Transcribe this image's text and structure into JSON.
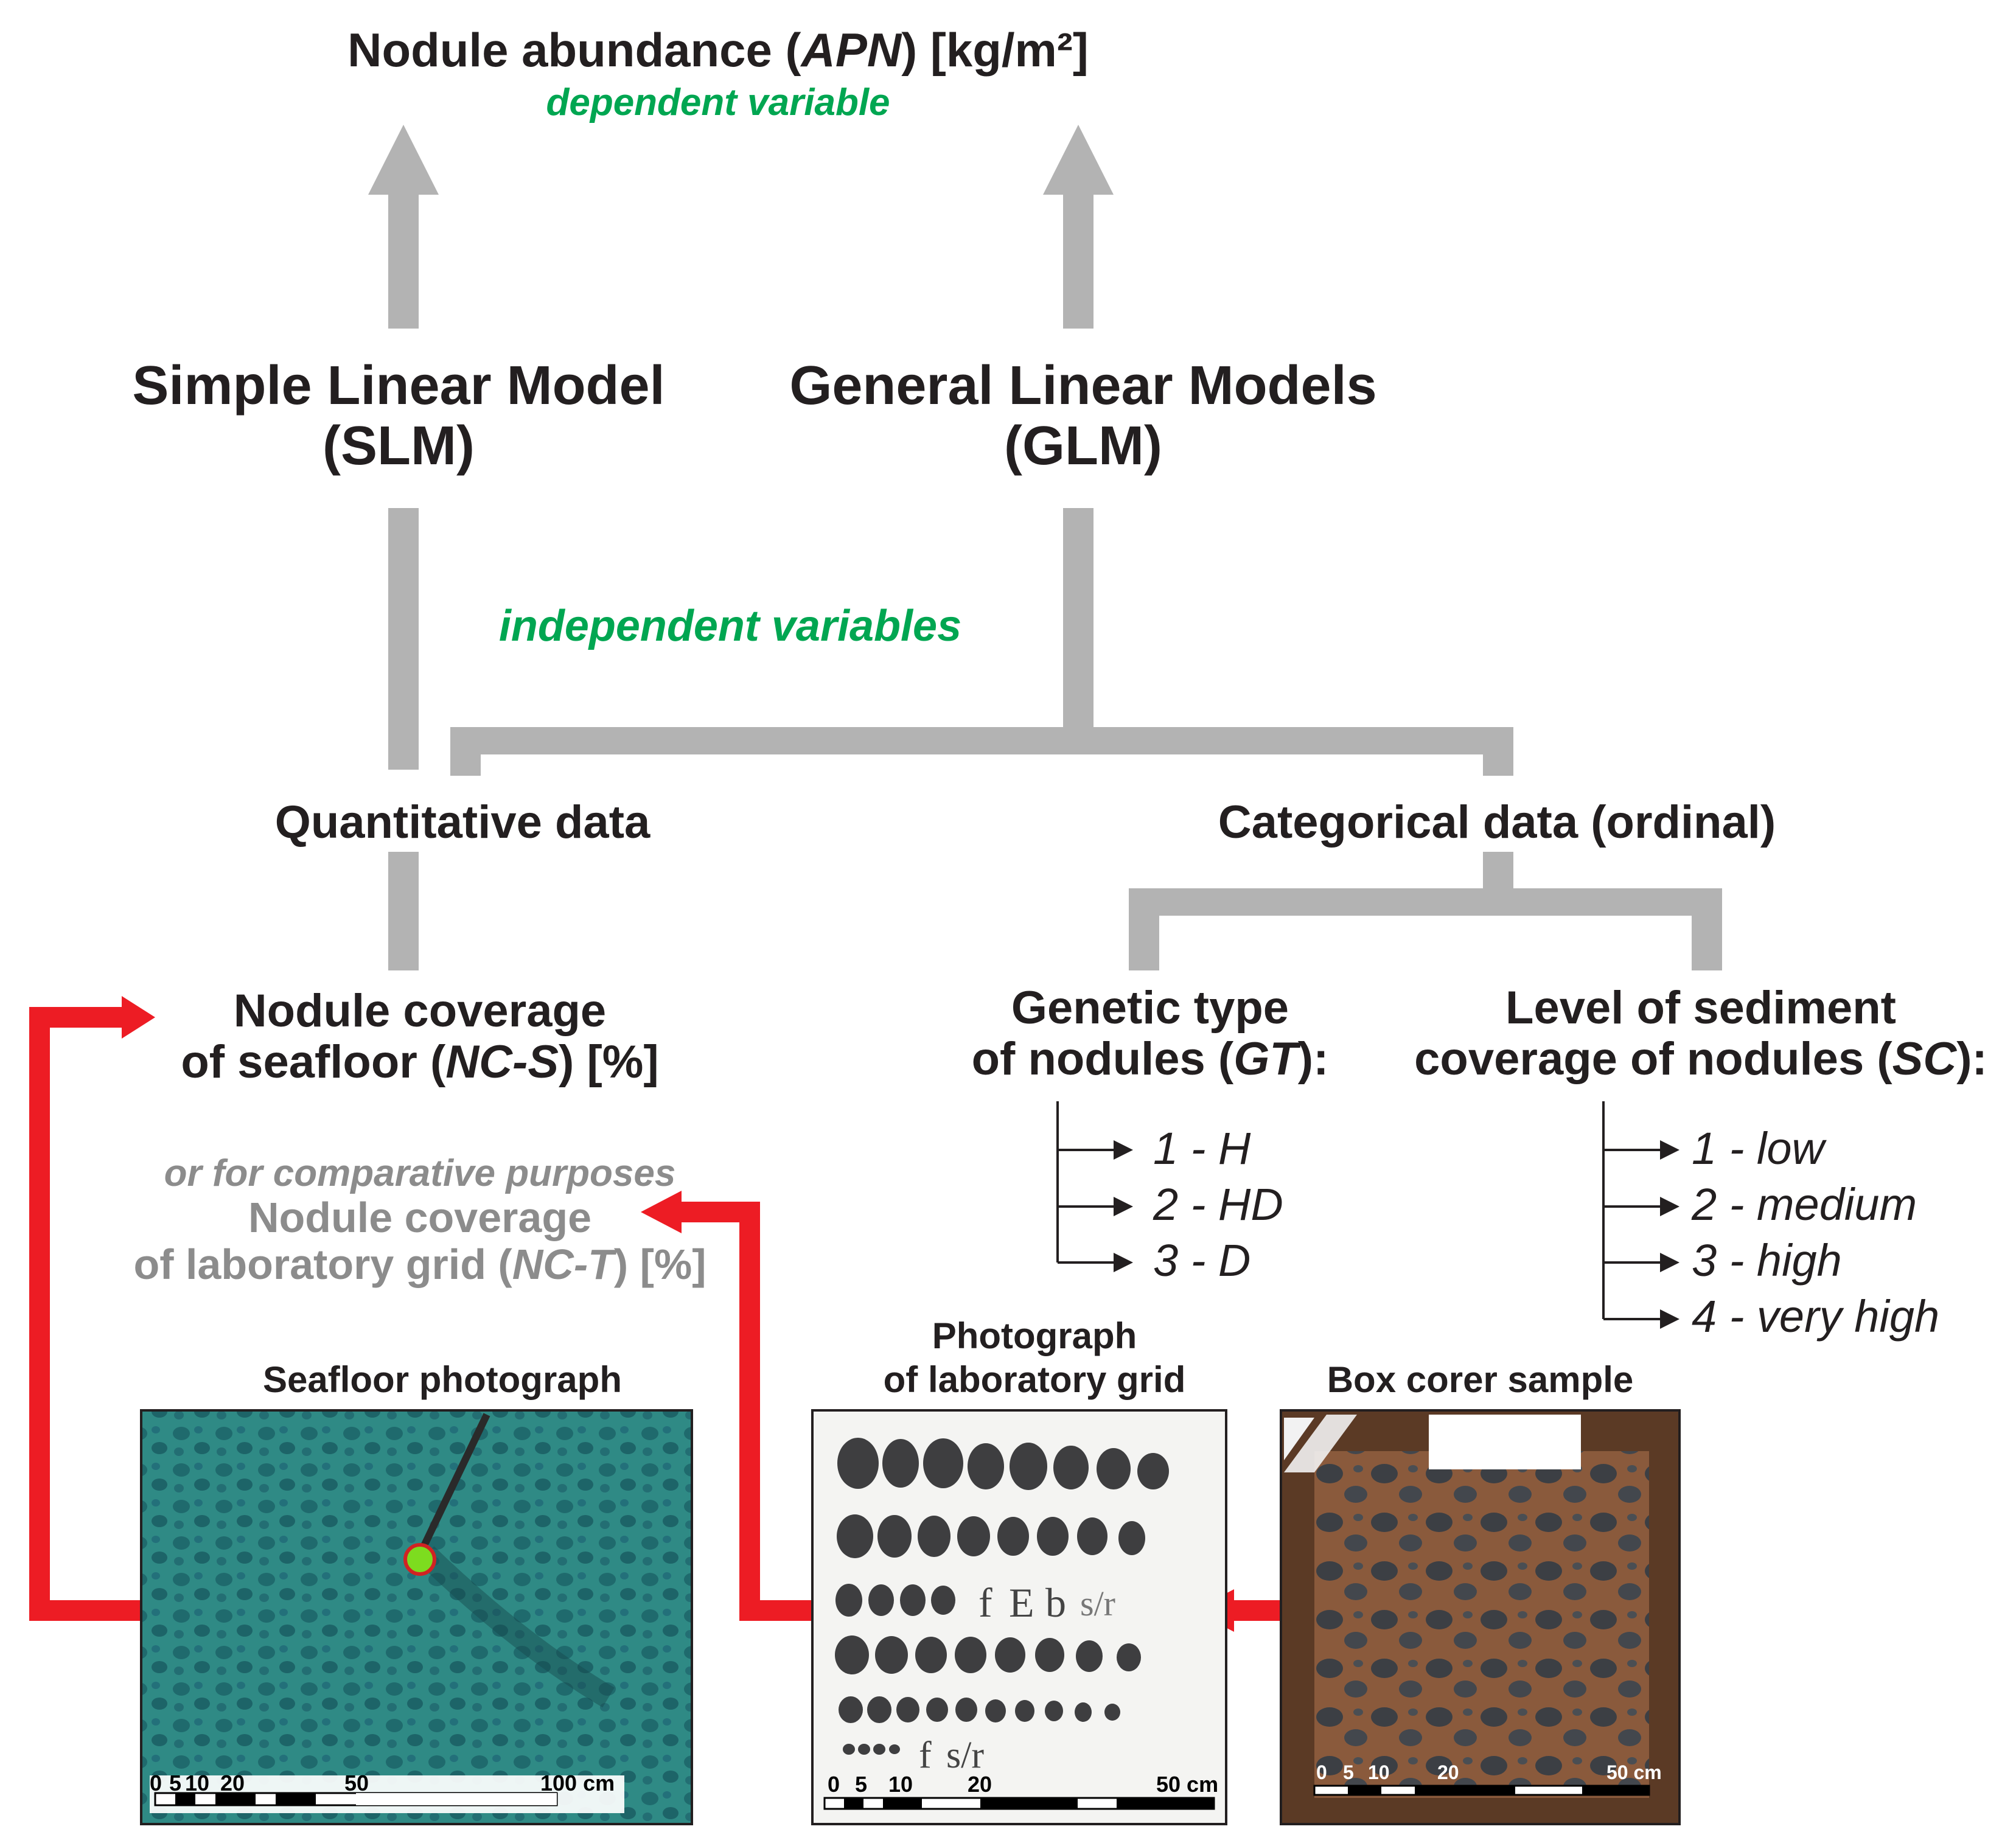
{
  "dependent": {
    "title_pre": "Nodule abundance (",
    "title_var": "APN",
    "title_post": ") [kg/m²]",
    "tag": "dependent variable"
  },
  "models": {
    "slm_line1": "Simple Linear Model",
    "slm_line2": "(SLM)",
    "glm_line1": "General Linear Models",
    "glm_line2": "(GLM)"
  },
  "independent_tag": "independent variables",
  "data_types": {
    "quantitative": "Quantitative data",
    "categorical": "Categorical data (ordinal)"
  },
  "nc_s": {
    "line1": "Nodule coverage",
    "line2_pre": "of seafloor (",
    "line2_var": "NC-S",
    "line2_post": ") [%]"
  },
  "nc_t": {
    "note": "or for comparative purposes",
    "line1": "Nodule coverage",
    "line2_pre": "of laboratory grid (",
    "line2_var": "NC-T",
    "line2_post": ") [%]"
  },
  "gt": {
    "line1": "Genetic type",
    "line2_pre": "of nodules (",
    "line2_var": "GT",
    "line2_post": "):",
    "items": [
      "1 - H",
      "2 - HD",
      "3 - D"
    ]
  },
  "sc": {
    "line1": "Level of sediment",
    "line2_pre": "coverage of nodules (",
    "line2_var": "SC",
    "line2_post": "):",
    "items": [
      "1 - low",
      "2 - medium",
      "3 - high",
      "4 - very high"
    ]
  },
  "photos": {
    "seafloor": {
      "title": "Seafloor photograph",
      "scale": [
        "0",
        "5",
        "10",
        "20",
        "50",
        "100 cm"
      ]
    },
    "lab_grid": {
      "title1": "Photograph",
      "title2": "of laboratory grid",
      "row_labels": [
        "f",
        "E",
        "b",
        "s/r",
        "f",
        "s/r"
      ],
      "scale": [
        "0",
        "5",
        "10",
        "20",
        "50 cm"
      ]
    },
    "box_corer": {
      "title": "Box corer sample",
      "scale": [
        "0",
        "5",
        "10",
        "20",
        "50 cm"
      ]
    }
  },
  "colors": {
    "connector_grey": "#b3b3b3",
    "highlight_green": "#00a651",
    "arrow_red": "#ed1c24",
    "text_dark": "#231f20",
    "text_grey": "#8c8c8c",
    "seafloor": "#2f8a85",
    "box_sediment": "#8a5a3c"
  }
}
